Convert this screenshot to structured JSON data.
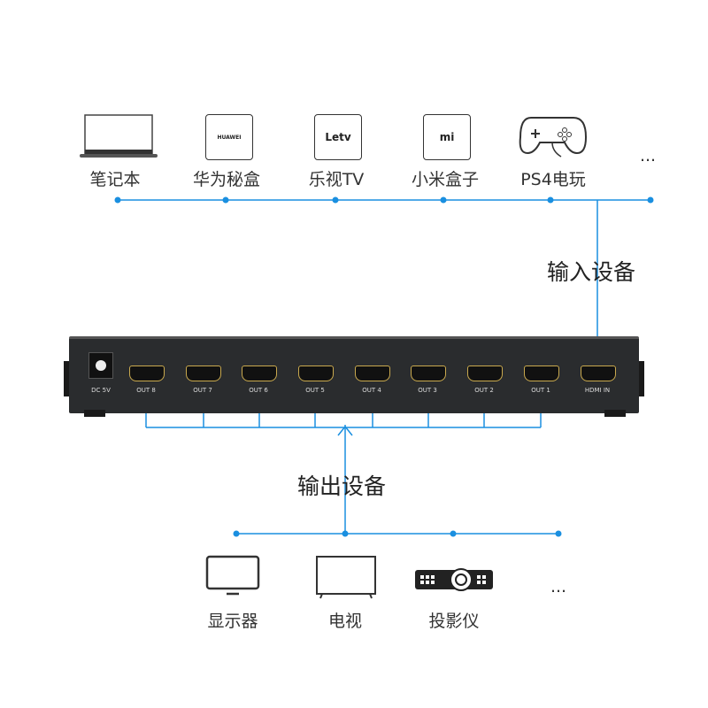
{
  "inputs": {
    "title": "输入设备",
    "items": [
      {
        "label": "笔记本",
        "icon": "laptop-icon"
      },
      {
        "label": "华为秘盒",
        "icon": "huawei-box-icon",
        "logo": "HUAWEI"
      },
      {
        "label": "乐视TV",
        "icon": "letv-box-icon",
        "logo": "Letv"
      },
      {
        "label": "小米盒子",
        "icon": "mi-box-icon",
        "logo": "mi"
      },
      {
        "label": "PS4电玩",
        "icon": "gamepad-icon"
      }
    ],
    "more": "..."
  },
  "device": {
    "ports": [
      "DC 5V",
      "OUT 8",
      "OUT 7",
      "OUT 6",
      "OUT 5",
      "OUT 4",
      "OUT 3",
      "OUT 2",
      "OUT 1",
      "HDMI IN"
    ]
  },
  "outputs": {
    "title": "输出设备",
    "items": [
      {
        "label": "显示器",
        "icon": "monitor-icon"
      },
      {
        "label": "电视",
        "icon": "tv-icon"
      },
      {
        "label": "投影仪",
        "icon": "projector-icon"
      }
    ],
    "more": "..."
  },
  "colors": {
    "line": "#1a8fe0",
    "device": "#2a2c2e",
    "port_trim": "#c9a94e"
  }
}
